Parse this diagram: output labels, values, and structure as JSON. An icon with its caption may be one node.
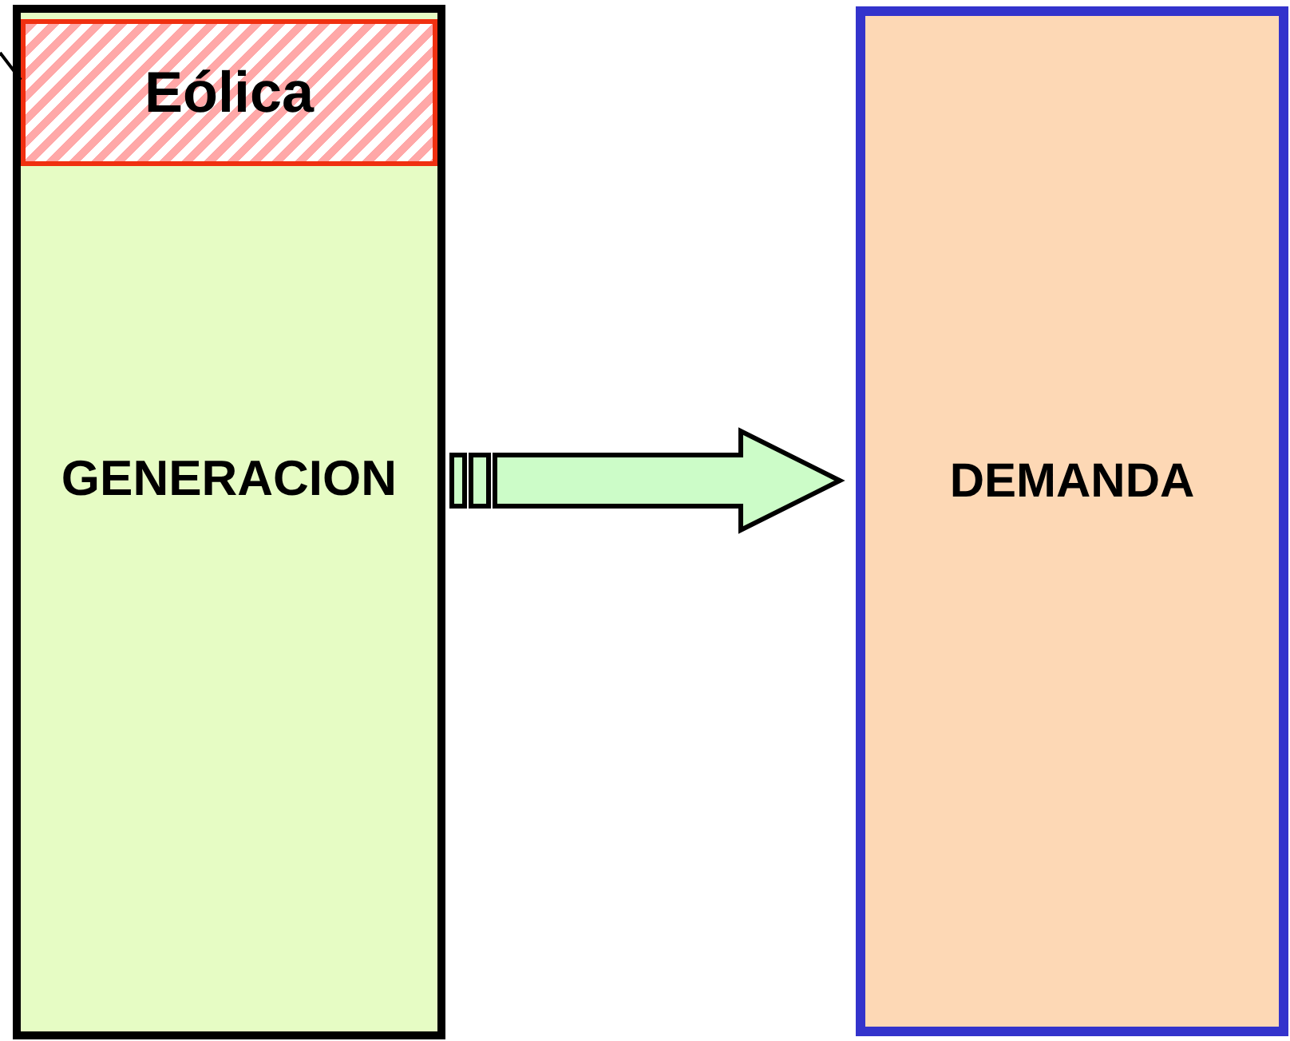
{
  "diagram": {
    "nodes": [
      {
        "text": [
          "GENERACION"
        ]
      },
      {
        "text": [
          "Eólica"
        ],
        "in": 0
      },
      {
        "text": [
          "DEMANDA"
        ]
      }
    ],
    "edges": [
      {
        "from": 0,
        "to": 2,
        "arrow": "to",
        "style": "thick"
      },
      {
        "from": null,
        "to": 1,
        "arrow": "none"
      }
    ]
  }
}
